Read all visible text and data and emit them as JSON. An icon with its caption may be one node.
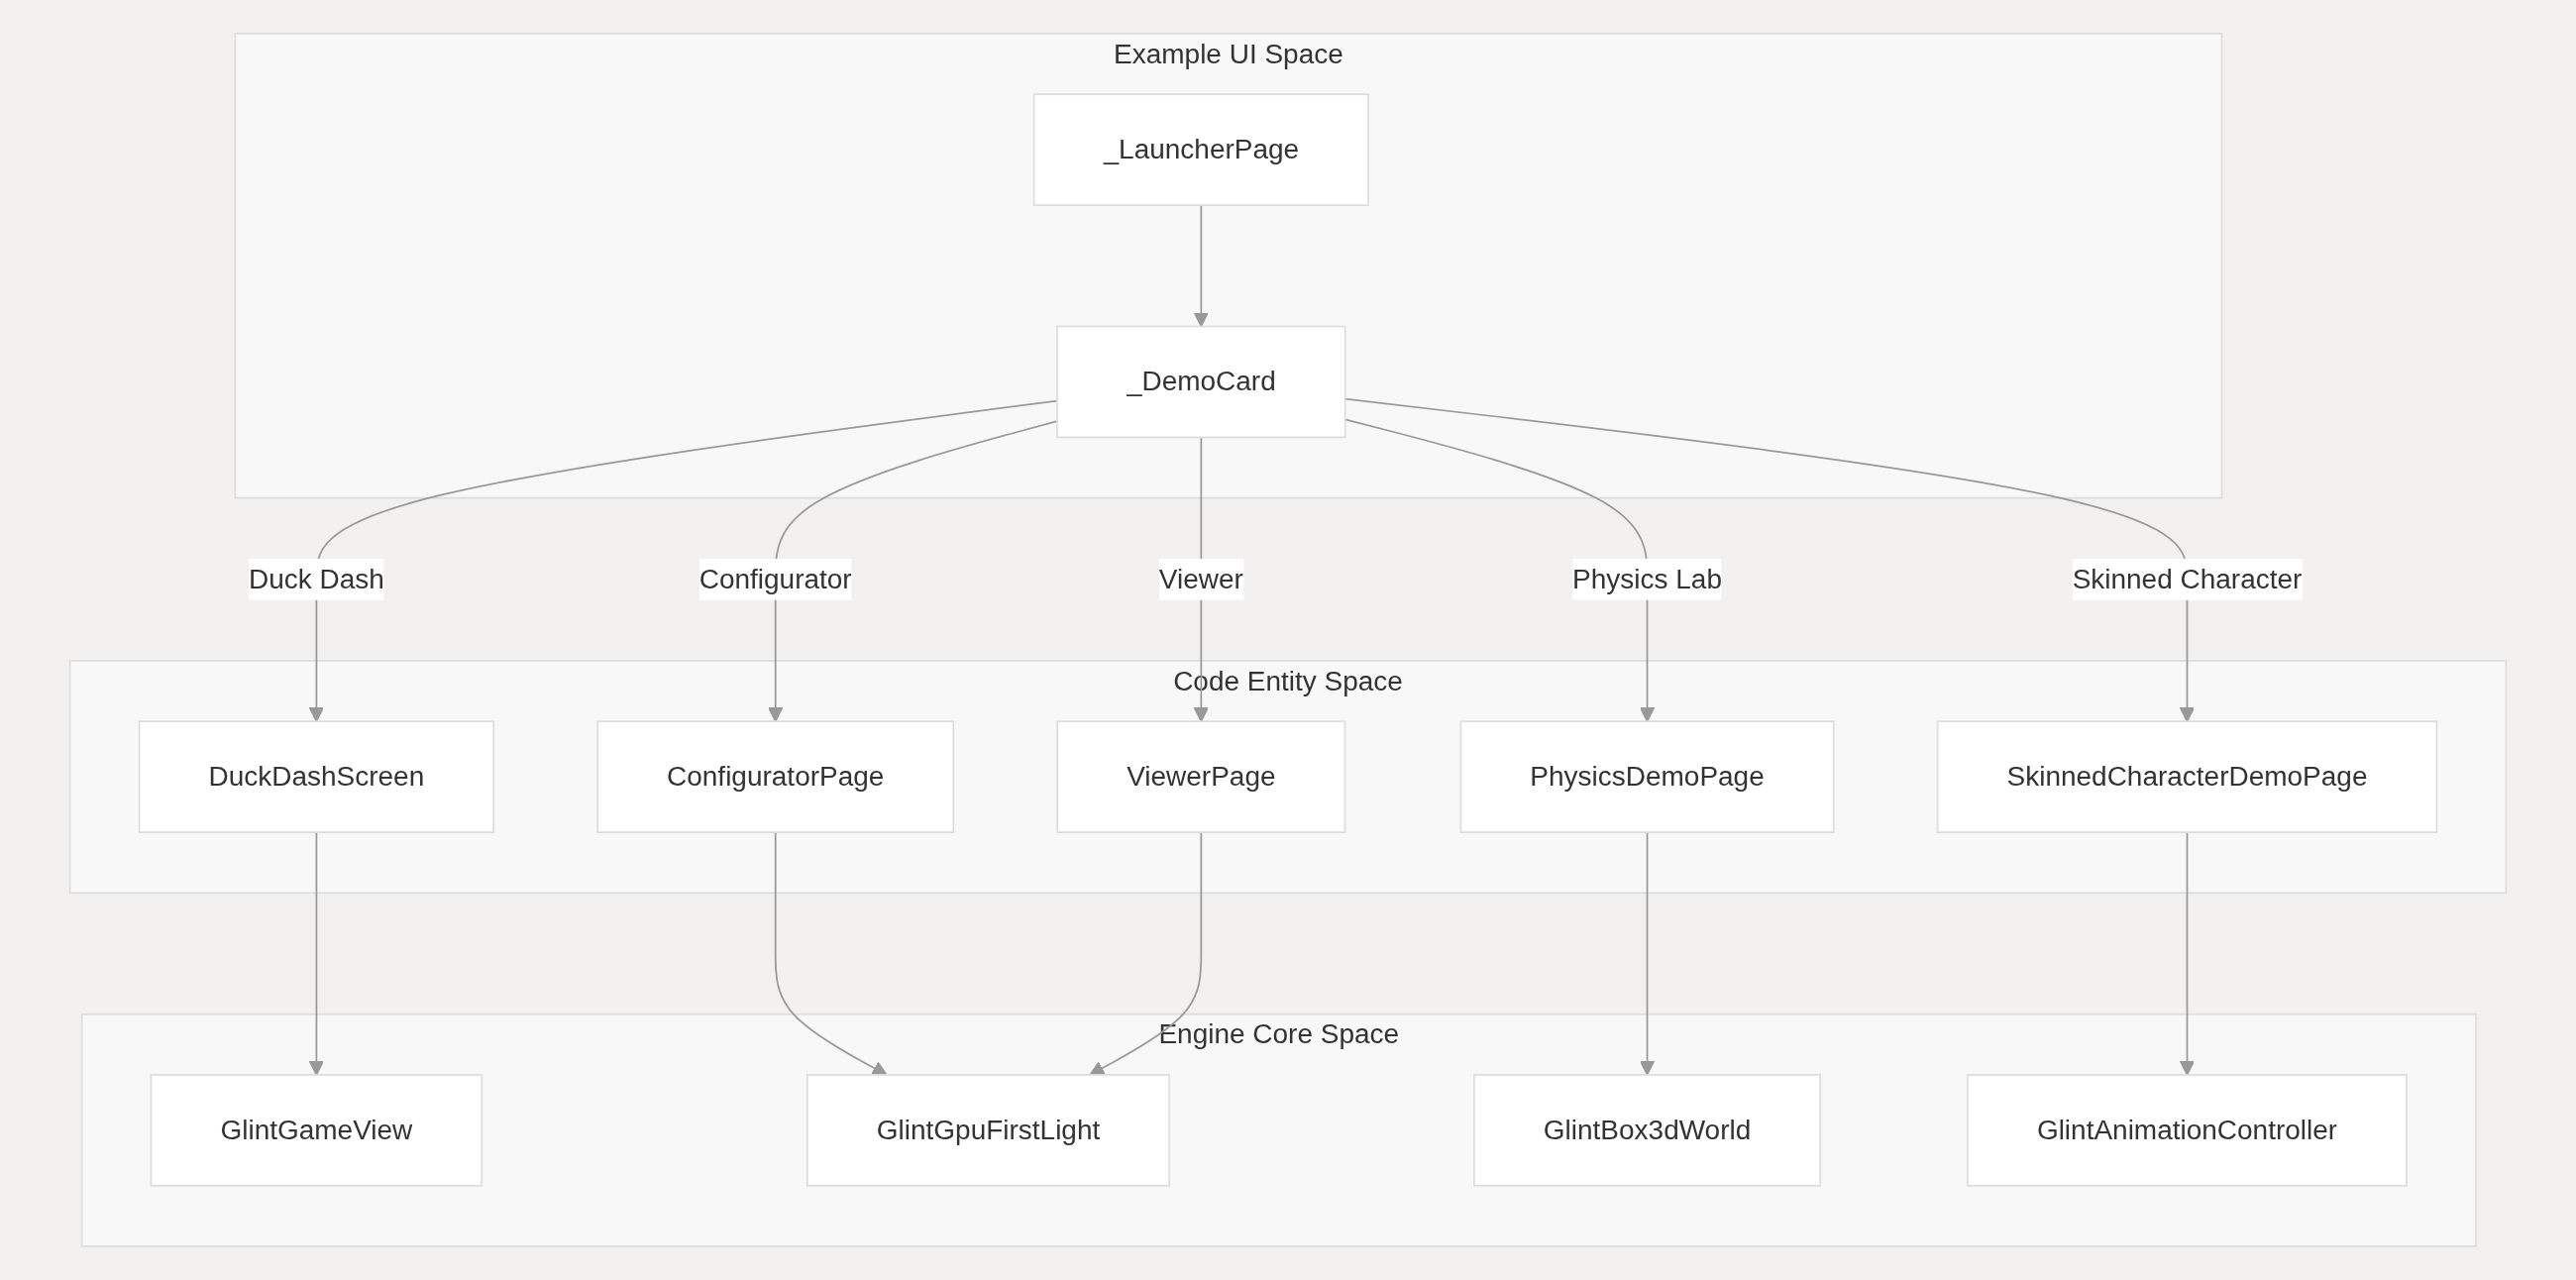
{
  "diagram": {
    "nodes": [
      {
        "text": [
          "Example UI Space"
        ]
      },
      {
        "text": [
          "_LauncherPage"
        ],
        "in": 0
      },
      {
        "text": [
          "_DemoCard"
        ],
        "in": 0
      },
      {
        "text": [
          "Code Entity Space"
        ]
      },
      {
        "text": [
          "DuckDashScreen"
        ],
        "in": 3
      },
      {
        "text": [
          "ConfiguratorPage"
        ],
        "in": 3
      },
      {
        "text": [
          "ViewerPage"
        ],
        "in": 3
      },
      {
        "text": [
          "PhysicsDemoPage"
        ],
        "in": 3
      },
      {
        "text": [
          "SkinnedCharacterDemoPage"
        ],
        "in": 3
      },
      {
        "text": [
          "Engine Core Space"
        ]
      },
      {
        "text": [
          "GlintGameView"
        ],
        "in": 9
      },
      {
        "text": [
          "GlintGpuFirstLight"
        ],
        "in": 9
      },
      {
        "text": [
          "GlintBox3dWorld"
        ],
        "in": 9
      },
      {
        "text": [
          "GlintAnimationController"
        ],
        "in": 9
      }
    ],
    "edges": [
      {
        "from": 1,
        "to": 2,
        "arrow": "to"
      },
      {
        "from": 2,
        "to": 4,
        "arrow": "to",
        "label": "Duck Dash"
      },
      {
        "from": 2,
        "to": 5,
        "arrow": "to",
        "label": "Configurator"
      },
      {
        "from": 2,
        "to": 6,
        "arrow": "to",
        "label": "Viewer"
      },
      {
        "from": 2,
        "to": 7,
        "arrow": "to",
        "label": "Physics Lab"
      },
      {
        "from": 2,
        "to": 8,
        "arrow": "to",
        "label": "Skinned Character"
      },
      {
        "from": 4,
        "to": 10,
        "arrow": "to"
      },
      {
        "from": 5,
        "to": 11,
        "arrow": "to"
      },
      {
        "from": 6,
        "to": 11,
        "arrow": "to"
      },
      {
        "from": 7,
        "to": 12,
        "arrow": "to"
      },
      {
        "from": 8,
        "to": 13,
        "arrow": "to"
      }
    ]
  }
}
